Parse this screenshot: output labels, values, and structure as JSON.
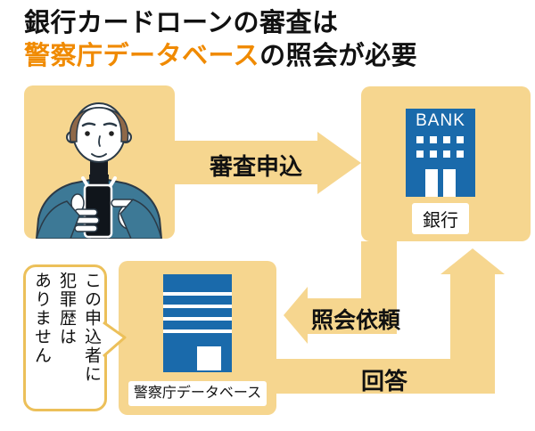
{
  "title": {
    "line1": "銀行カードローンの審査は",
    "line2_highlight": "警察庁データベース",
    "line2_rest": "の照会が必要",
    "highlight_color": "#F08A00"
  },
  "bank": {
    "sign": "BANK",
    "label": "銀行"
  },
  "police_db": {
    "label": "警察庁データベース"
  },
  "arrows": {
    "application": "審査申込",
    "inquiry": "照会依頼",
    "reply": "回答"
  },
  "speech_bubble": {
    "line1": "この申込者に",
    "line2": "犯罪歴は",
    "line3": "ありません"
  },
  "colors": {
    "panel_and_arrows": "#F6D68F",
    "building_blue": "#1A6AAB",
    "bubble_border": "#ECC05A",
    "title_accent": "#F08A00",
    "text": "#111111"
  }
}
